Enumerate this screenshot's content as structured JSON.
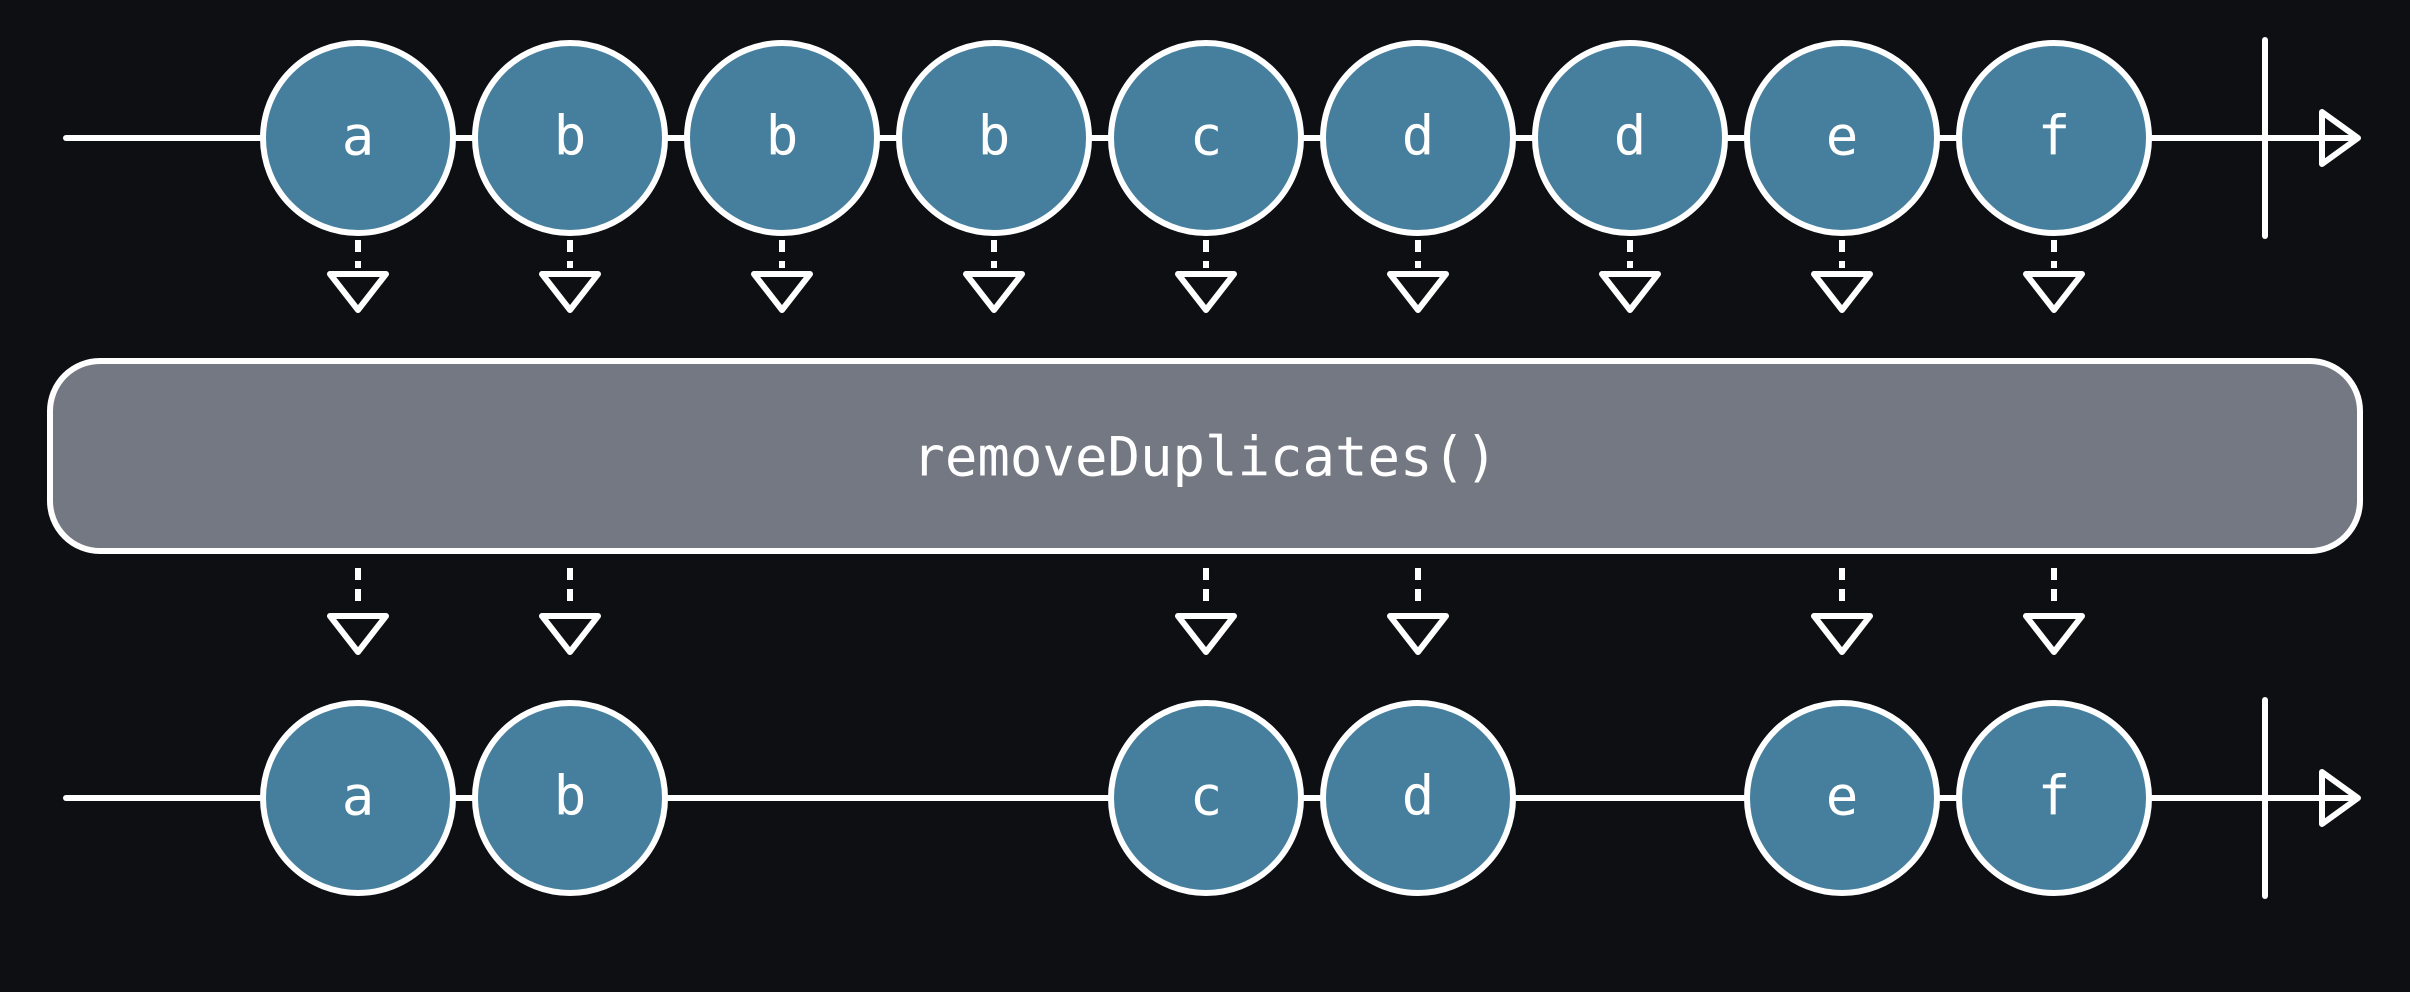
{
  "operator": {
    "label": "removeDuplicates()"
  },
  "input_stream": {
    "events": [
      "a",
      "b",
      "b",
      "b",
      "c",
      "d",
      "d",
      "e",
      "f"
    ],
    "completed": true
  },
  "output_stream": {
    "events": [
      "a",
      "b",
      "c",
      "d",
      "e",
      "f"
    ],
    "source_index": [
      0,
      1,
      4,
      5,
      7,
      8
    ],
    "completed": true
  },
  "colors": {
    "background": "#0e0f13",
    "marble_fill": "#467f9d",
    "operator_fill": "#747882",
    "stroke": "#ffffff"
  }
}
